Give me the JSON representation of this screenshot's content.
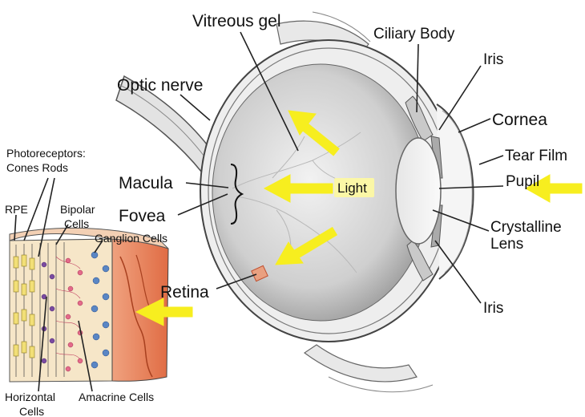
{
  "labels": {
    "vitreous_gel": "Vitreous gel",
    "optic_nerve": "Optic nerve",
    "ciliary_body": "Ciliary Body",
    "iris_top": "Iris",
    "cornea": "Cornea",
    "tear_film": "Tear Film",
    "pupil": "Pupil",
    "crystalline": "Crystalline",
    "lens": "Lens",
    "iris_bottom": "Iris",
    "macula": "Macula",
    "fovea": "Fovea",
    "light": "Light",
    "retina": "Retina",
    "photoreceptors": "Photoreceptors:",
    "cones_rods": "Cones Rods",
    "rpe": "RPE",
    "bipolar": "Bipolar",
    "bipolar_cells": "Cells",
    "ganglion_cells": "Ganglion Cells",
    "horizontal": "Horizontal",
    "horizontal_cells": "Cells",
    "amacrine_cells": "Amacrine Cells"
  },
  "colors": {
    "arrow": "#f7ee1f",
    "eye_fill": "#d9d9d9",
    "retina_tissue": "#ea7a52",
    "photoreceptor_yellow": "#f2df77",
    "line": "#222222"
  }
}
